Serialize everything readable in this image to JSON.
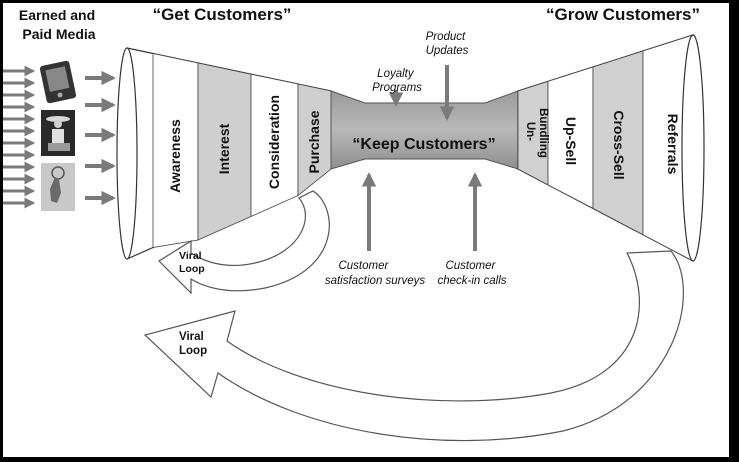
{
  "left_label": {
    "line1": "Earned and",
    "line2": "Paid Media"
  },
  "header_get": "“Get Customers”",
  "header_grow": "“Grow Customers”",
  "acquisition_stages": [
    "Awareness",
    "Interest",
    "Consideration",
    "Purchase"
  ],
  "keep_label": "“Keep Customers”",
  "growth_stages": [
    {
      "line1": "Un-",
      "line2": "Bundling"
    },
    {
      "line1": "Up-Sell"
    },
    {
      "line1": "Cross-Sell"
    },
    {
      "line1": "Referrals"
    }
  ],
  "inputs": {
    "loyalty": {
      "line1": "Loyalty",
      "line2": "Programs"
    },
    "product": {
      "line1": "Product",
      "line2": "Updates"
    },
    "surveys": {
      "line1": "Customer",
      "line2": "satisfaction surveys"
    },
    "checkin": {
      "line1": "Customer",
      "line2": "check-in calls"
    }
  },
  "viral_small": {
    "line1": "Viral",
    "line2": "Loop"
  },
  "viral_large": {
    "line1": "Viral",
    "line2": "Loop"
  },
  "media_icons": [
    "mobile-device-icon",
    "cowboy-photo-icon",
    "hand-click-icon"
  ]
}
